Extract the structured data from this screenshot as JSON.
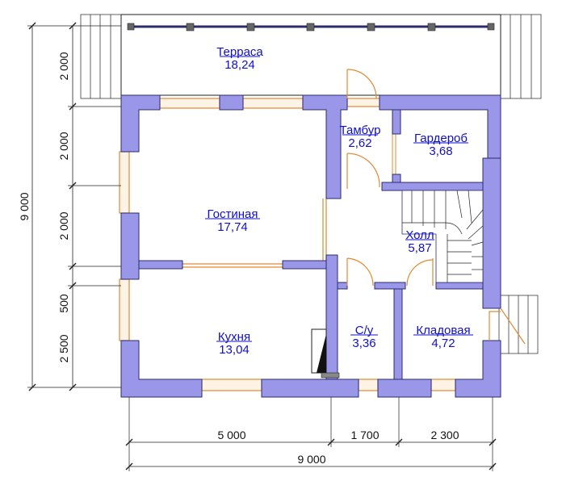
{
  "rooms": [
    {
      "name": "Терраса",
      "area": "18,24"
    },
    {
      "name": "Тамбур",
      "area": "2,62"
    },
    {
      "name": "Гардероб",
      "area": "3,68"
    },
    {
      "name": "Гостиная",
      "area": "17,74"
    },
    {
      "name": "Холл",
      "area": "5,87"
    },
    {
      "name": "Кухня",
      "area": "13,04"
    },
    {
      "name": "С/у",
      "area": "3,36"
    },
    {
      "name": "Кладовая",
      "area": "4,72"
    }
  ],
  "dimensions": {
    "left_total": "9 000",
    "left_segments": [
      "2 000",
      "2 000",
      "2 000",
      "500",
      "2 500"
    ],
    "bottom_segments": [
      "5 000",
      "1 700",
      "2 300"
    ],
    "bottom_total": "9 000"
  },
  "colors": {
    "wall": "#9a97e8",
    "label": "#1010c8",
    "window": "#e08a33"
  }
}
